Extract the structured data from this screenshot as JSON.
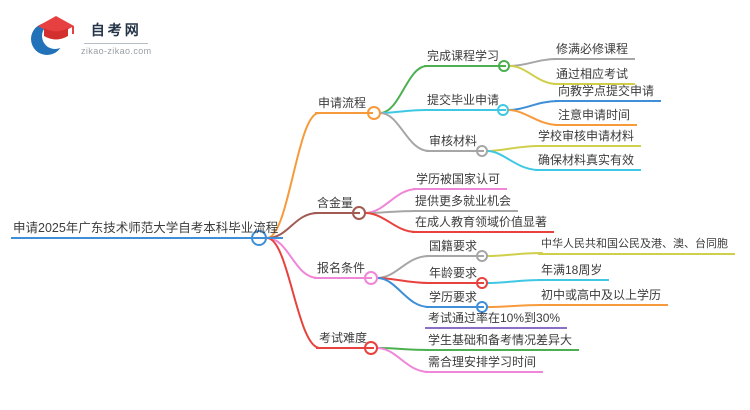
{
  "logo": {
    "title": "自考网",
    "domain": "zikao-zikao.com"
  },
  "palette": {
    "blue": "#3e8fd8",
    "orange": "#f79a3c",
    "green": "#4cb050",
    "cyan": "#3fc8e4",
    "gray": "#a6a6a6",
    "olive": "#cfcf4b",
    "red": "#e8423e",
    "maroon": "#a25b52",
    "pink": "#ef86d8",
    "purple": "#8a6fc9",
    "text": "#3c3c3c"
  },
  "mindmap": {
    "root": {
      "label": "申请2025年广东技术师范大学自考本科毕业流程",
      "color": "blue"
    },
    "branches": [
      {
        "label": "申请流程",
        "color": "orange",
        "children": [
          {
            "label": "完成课程学习",
            "color": "green",
            "children": [
              {
                "label": "修满必修课程",
                "color": "gray"
              },
              {
                "label": "通过相应考试",
                "color": "olive"
              }
            ]
          },
          {
            "label": "提交毕业申请",
            "color": "cyan",
            "children": [
              {
                "label": "向教学点提交申请",
                "color": "blue"
              },
              {
                "label": "注意申请时间",
                "color": "orange"
              }
            ]
          },
          {
            "label": "审核材料",
            "color": "gray",
            "children": [
              {
                "label": "学校审核申请材料",
                "color": "olive"
              },
              {
                "label": "确保材料真实有效",
                "color": "cyan"
              }
            ]
          }
        ]
      },
      {
        "label": "含金量",
        "color": "maroon",
        "children": [
          {
            "label": "学历被国家认可",
            "color": "pink"
          },
          {
            "label": "提供更多就业机会",
            "color": "gray"
          },
          {
            "label": "在成人教育领域价值显著",
            "color": "red"
          }
        ]
      },
      {
        "label": "报名条件",
        "color": "pink",
        "children": [
          {
            "label": "国籍要求",
            "color": "gray",
            "children": [
              {
                "label": "中华人民共和国公民及港、澳、台同胞",
                "color": "olive"
              }
            ]
          },
          {
            "label": "年龄要求",
            "color": "red",
            "children": [
              {
                "label": "年满18周岁",
                "color": "cyan"
              }
            ]
          },
          {
            "label": "学历要求",
            "color": "blue",
            "children": [
              {
                "label": "初中或高中及以上学历",
                "color": "orange"
              }
            ]
          }
        ]
      },
      {
        "label": "考试难度",
        "color": "red",
        "children": [
          {
            "label": "考试通过率在10%到30%",
            "color": "purple"
          },
          {
            "label": "学生基础和备考情况差异大",
            "color": "green"
          },
          {
            "label": "需合理安排学习时间",
            "color": "pink"
          }
        ]
      }
    ]
  }
}
